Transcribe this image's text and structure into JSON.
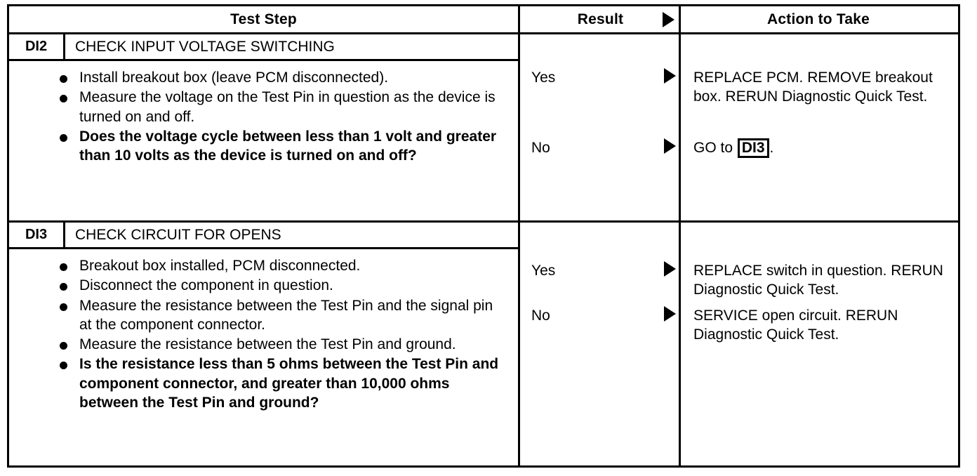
{
  "table": {
    "headers": {
      "step": "Test Step",
      "result": "Result",
      "action": "Action to Take",
      "result_arrow_icon": "right-triangle-icon"
    },
    "sections": [
      {
        "code": "DI2",
        "title": "CHECK INPUT VOLTAGE SWITCHING",
        "bullets": [
          {
            "text": "Install breakout box (leave PCM disconnected).",
            "bold": false
          },
          {
            "text": "Measure the voltage on the Test Pin in question as the device is turned on and off.",
            "bold": false
          },
          {
            "text": "Does the voltage cycle between less than 1 volt and greater than 10 volts as the device is turned on and off?",
            "bold": true
          }
        ],
        "results": [
          {
            "label": "Yes",
            "arrow_icon": "right-triangle-icon"
          },
          {
            "label": "No",
            "arrow_icon": "right-triangle-icon"
          }
        ],
        "actions": [
          {
            "text": "REPLACE PCM. REMOVE breakout box. RERUN Diagnostic Quick Test.",
            "ref": null
          },
          {
            "text_before": "GO to ",
            "ref": "DI3",
            "text_after": "."
          }
        ]
      },
      {
        "code": "DI3",
        "title": "CHECK CIRCUIT FOR OPENS",
        "bullets": [
          {
            "text": "Breakout box installed, PCM disconnected.",
            "bold": false
          },
          {
            "text": "Disconnect the component in question.",
            "bold": false
          },
          {
            "text": "Measure the resistance between the Test Pin and the signal pin at the component connector.",
            "bold": false
          },
          {
            "text": "Measure the resistance between the Test Pin and ground.",
            "bold": false
          },
          {
            "text": "Is the resistance less than 5 ohms between the Test Pin and component connector, and greater than 10,000 ohms between the Test Pin and ground?",
            "bold": true
          }
        ],
        "results": [
          {
            "label": "Yes",
            "arrow_icon": "right-triangle-icon"
          },
          {
            "label": "No",
            "arrow_icon": "right-triangle-icon"
          }
        ],
        "actions": [
          {
            "text": "REPLACE switch in question. RERUN Diagnostic Quick Test.",
            "ref": null
          },
          {
            "text": "SERVICE open circuit. RERUN Diagnostic Quick Test.",
            "ref": null
          }
        ]
      }
    ]
  },
  "colors": {
    "ink": "#000000",
    "paper": "#ffffff"
  }
}
